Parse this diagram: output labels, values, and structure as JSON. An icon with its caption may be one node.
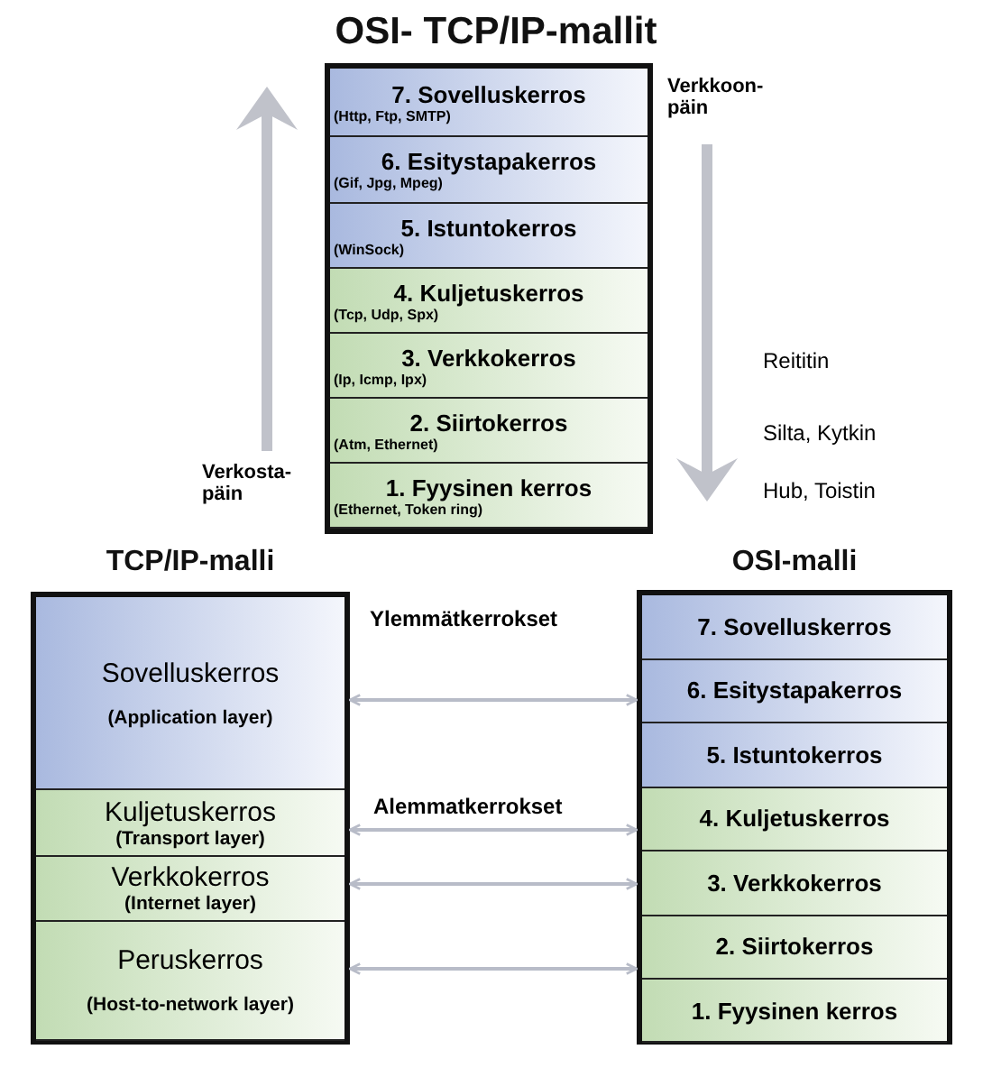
{
  "diagram": {
    "title": "OSI- TCP/IP-mallit",
    "nodes": [
      {
        "text": [
          "7. Sovelluskerros",
          "(Http, Ftp, SMTP)"
        ]
      },
      {
        "text": [
          "6. Esitystapakerros",
          "(Gif, Jpg, Mpeg)"
        ]
      },
      {
        "text": [
          "5. Istuntokerros",
          "(WinSock)"
        ]
      },
      {
        "text": [
          "4. Kuljetuskerros",
          "(Tcp, Udp, Spx)"
        ]
      },
      {
        "text": [
          "3. Verkkokerros",
          "(Ip, Icmp, Ipx)"
        ]
      },
      {
        "text": [
          "2. Siirtokerros",
          "(Atm, Ethernet)"
        ]
      },
      {
        "text": [
          "1. Fyysinen kerros",
          "(Ethernet, Token ring)"
        ]
      },
      {
        "text": [
          "TCP/IP-malli"
        ]
      },
      {
        "text": [
          "Sovelluskerros",
          "(Application layer)"
        ],
        "in": 7
      },
      {
        "text": [
          "Kuljetuskerros",
          "(Transport layer)"
        ],
        "in": 7
      },
      {
        "text": [
          "Verkkokerros",
          "(Internet layer)"
        ],
        "in": 7
      },
      {
        "text": [
          "Peruskerros",
          "(Host-to-network layer)"
        ],
        "in": 7
      },
      {
        "text": [
          "OSI-malli"
        ]
      },
      {
        "text": [
          "7. Sovelluskerros"
        ],
        "in": 12
      },
      {
        "text": [
          "6. Esitystapakerros"
        ],
        "in": 12
      },
      {
        "text": [
          "5. Istuntokerros"
        ],
        "in": 12
      },
      {
        "text": [
          "4. Kuljetuskerros"
        ],
        "in": 12
      },
      {
        "text": [
          "3. Verkkokerros"
        ],
        "in": 12
      },
      {
        "text": [
          "2. Siirtokerros"
        ],
        "in": 12
      },
      {
        "text": [
          "1. Fyysinen kerros"
        ],
        "in": 12
      }
    ],
    "edges": [
      {
        "from": 8,
        "to": 14,
        "arrow": "both"
      },
      {
        "from": 9,
        "to": 16,
        "arrow": "both"
      },
      {
        "from": 10,
        "to": 17,
        "arrow": "both"
      },
      {
        "from": 11,
        "to": 18,
        "arrow": "both"
      }
    ],
    "labels": [
      "Verkkoon- päin",
      "Verkosta- päin",
      "Reititin",
      "Silta, Kytkin",
      "Hub, Toistin",
      "Ylemmätkerrokset",
      "Alemmatkerrokset"
    ]
  }
}
